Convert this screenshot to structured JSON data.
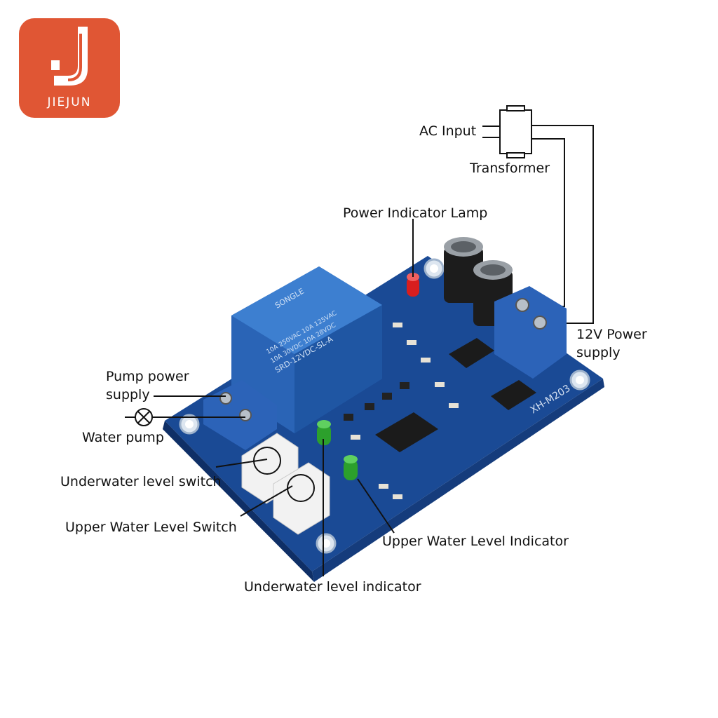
{
  "brand": {
    "logo_text": "JIEJUN"
  },
  "labels": {
    "ac_input": "AC Input",
    "transformer": "Transformer",
    "power_indicator_lamp": "Power Indicator Lamp",
    "power_supply_12v_line1": "12V Power",
    "power_supply_12v_line2": "supply",
    "pump_power_supply_line1": "Pump power",
    "pump_power_supply_line2": "supply",
    "water_pump": "Water pump",
    "underwater_level_switch": "Underwater level switch",
    "upper_water_level_switch": "Upper Water Level Switch",
    "upper_water_level_indicator": "Upper Water Level Indicator",
    "underwater_level_indicator": "Underwater level indicator"
  },
  "board": {
    "model": "XH-M203",
    "relay_brand": "SONGLE",
    "relay_line1": "10A 250VAC  10A 125VAC",
    "relay_line2": "10A 30VDC  10A 28VDC",
    "relay_model": "SRD-12VDC-SL-A"
  },
  "colors": {
    "logo_bg": "#e05634",
    "pcb": "#1d4f9c",
    "relay": "#2d6fc0",
    "terminal": "#2c63b8",
    "led_power": "#d81e1e",
    "led_level": "#2ca02c"
  }
}
